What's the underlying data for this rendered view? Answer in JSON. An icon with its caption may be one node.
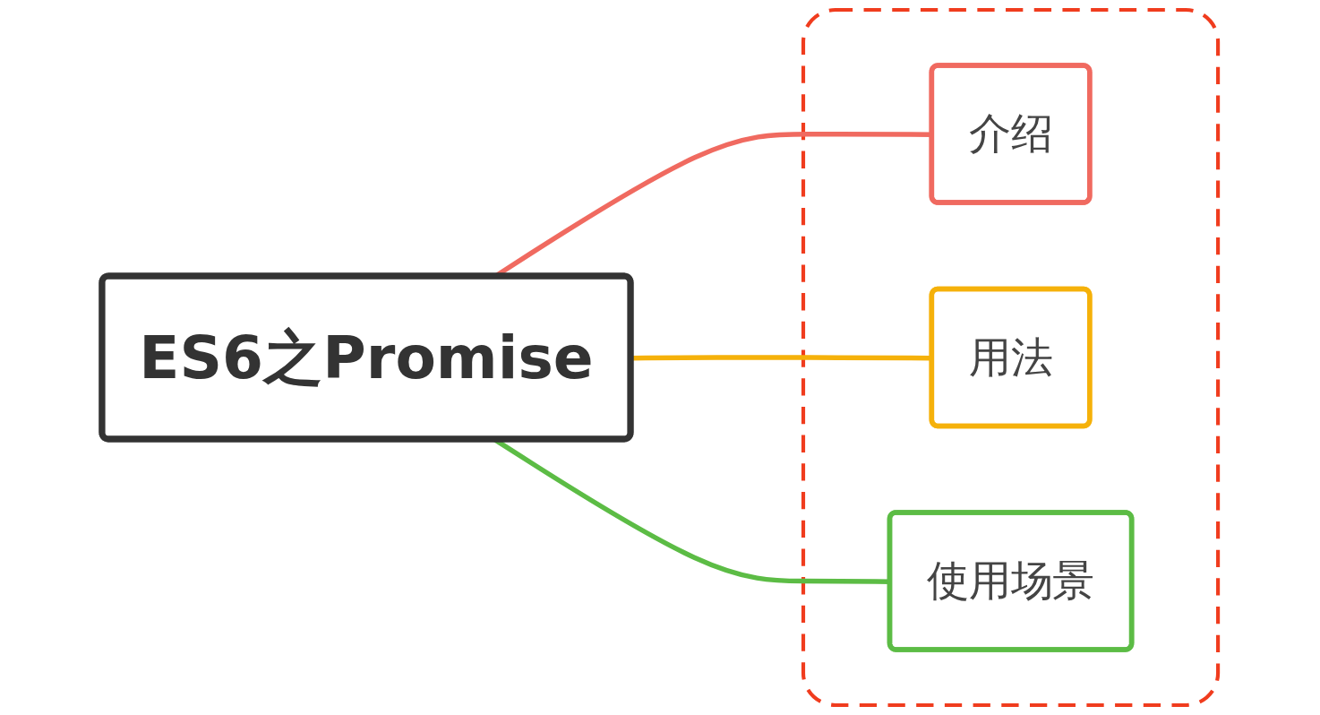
{
  "diagram": {
    "nodes": [
      {
        "text": [
          "ES6之Promise"
        ]
      },
      {
        "text": [],
        "shape": "box"
      },
      {
        "text": [
          "介绍"
        ],
        "in": 1
      },
      {
        "text": [
          "用法"
        ],
        "in": 1
      },
      {
        "text": [
          "使用场景"
        ],
        "in": 1
      }
    ],
    "edges": [
      {
        "from": 0,
        "to": 2,
        "arrow": "none",
        "color": "#f06a60"
      },
      {
        "from": 0,
        "to": 3,
        "arrow": "none",
        "color": "#f5b10a"
      },
      {
        "from": 0,
        "to": 4,
        "arrow": "none",
        "color": "#5cbc45"
      }
    ]
  }
}
